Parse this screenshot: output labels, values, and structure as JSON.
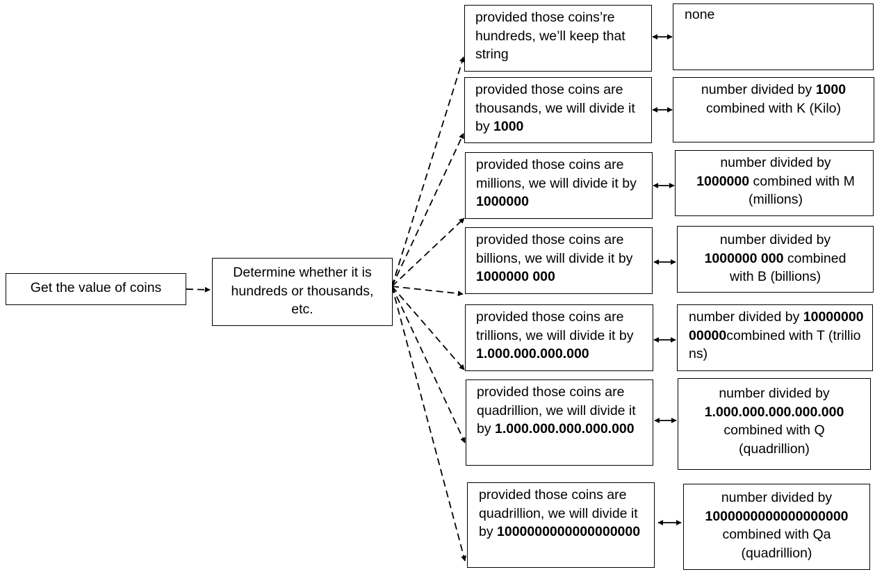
{
  "colors": {
    "stroke": "#000000",
    "background": "#ffffff"
  },
  "start": {
    "label": "Get the value of coins"
  },
  "decision": {
    "label": "Determine whether it is hundreds or thousands, etc."
  },
  "cases": [
    {
      "pre": "provided those coins’re hundreds, we’ll keep that string",
      "bold": "",
      "post": ""
    },
    {
      "pre": "provided those coins are thousands, we will divide it by ",
      "bold": "1000",
      "post": ""
    },
    {
      "pre": "provided those coins are millions, we will divide it by ",
      "bold": "1000000",
      "post": ""
    },
    {
      "pre": "provided those coins are billions, we will divide it by ",
      "bold": "1000000 000",
      "post": ""
    },
    {
      "pre": "provided those coins are trillions, we will divide it by ",
      "bold": "1.000.000.000.000",
      "post": ""
    },
    {
      "pre": "provided those coins are quadrillion, we will divide it by ",
      "bold": "1.000.000.000.000.000",
      "post": ""
    },
    {
      "pre": "provided those coins are quadrillion, we will divide it by ",
      "bold": "1000000000000000000",
      "post": ""
    }
  ],
  "results": [
    {
      "pre": "none",
      "bold": "",
      "post": ""
    },
    {
      "pre": "number divided by ",
      "bold": "1000",
      "post": " combined with K (Kilo)"
    },
    {
      "pre": "number divided by ",
      "bold": "1000000",
      "post": " combined with M (millions)"
    },
    {
      "pre": "number divided by ",
      "bold": "1000000 000",
      "post": " combined with B (billions)"
    },
    {
      "pre": "number divided by ",
      "bold": "1000000000000",
      "post": "combined with T (trillions)"
    },
    {
      "pre": "number divided by ",
      "bold": "1.000.000.000.000.000",
      "post": " combined with Q (quadrillion)"
    },
    {
      "pre": "number divided by ",
      "bold": "1000000000000000000",
      "post": " combined with Qa (quadrillion)"
    }
  ]
}
